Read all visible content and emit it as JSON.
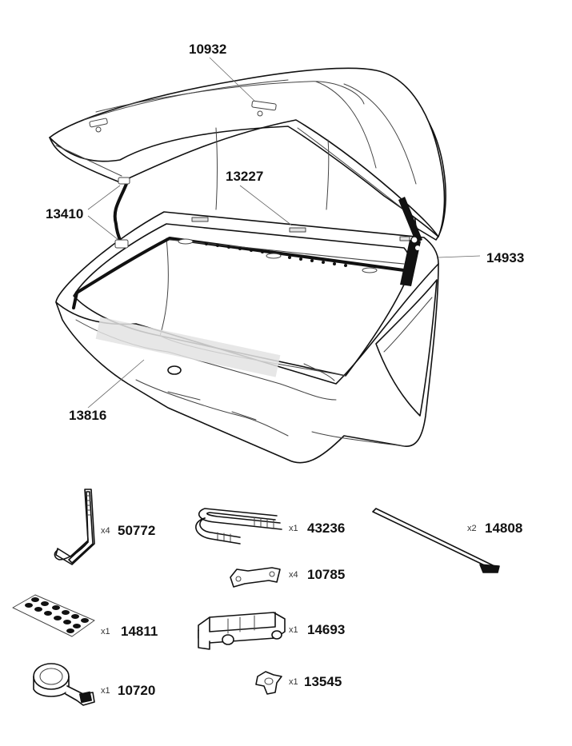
{
  "callouts": [
    {
      "id": "label-10932",
      "text": "10932"
    },
    {
      "id": "label-13227",
      "text": "13227"
    },
    {
      "id": "label-13410",
      "text": "13410"
    },
    {
      "id": "label-14933",
      "text": "14933"
    },
    {
      "id": "label-13816",
      "text": "13816"
    }
  ],
  "parts": [
    {
      "number": "50772",
      "quantity": "x4"
    },
    {
      "number": "43236",
      "quantity": "x1"
    },
    {
      "number": "14808",
      "quantity": "x2"
    },
    {
      "number": "10785",
      "quantity": "x4"
    },
    {
      "number": "14811",
      "quantity": "x1"
    },
    {
      "number": "14693",
      "quantity": "x1"
    },
    {
      "number": "10720",
      "quantity": "x1"
    },
    {
      "number": "13545",
      "quantity": "x1"
    }
  ]
}
